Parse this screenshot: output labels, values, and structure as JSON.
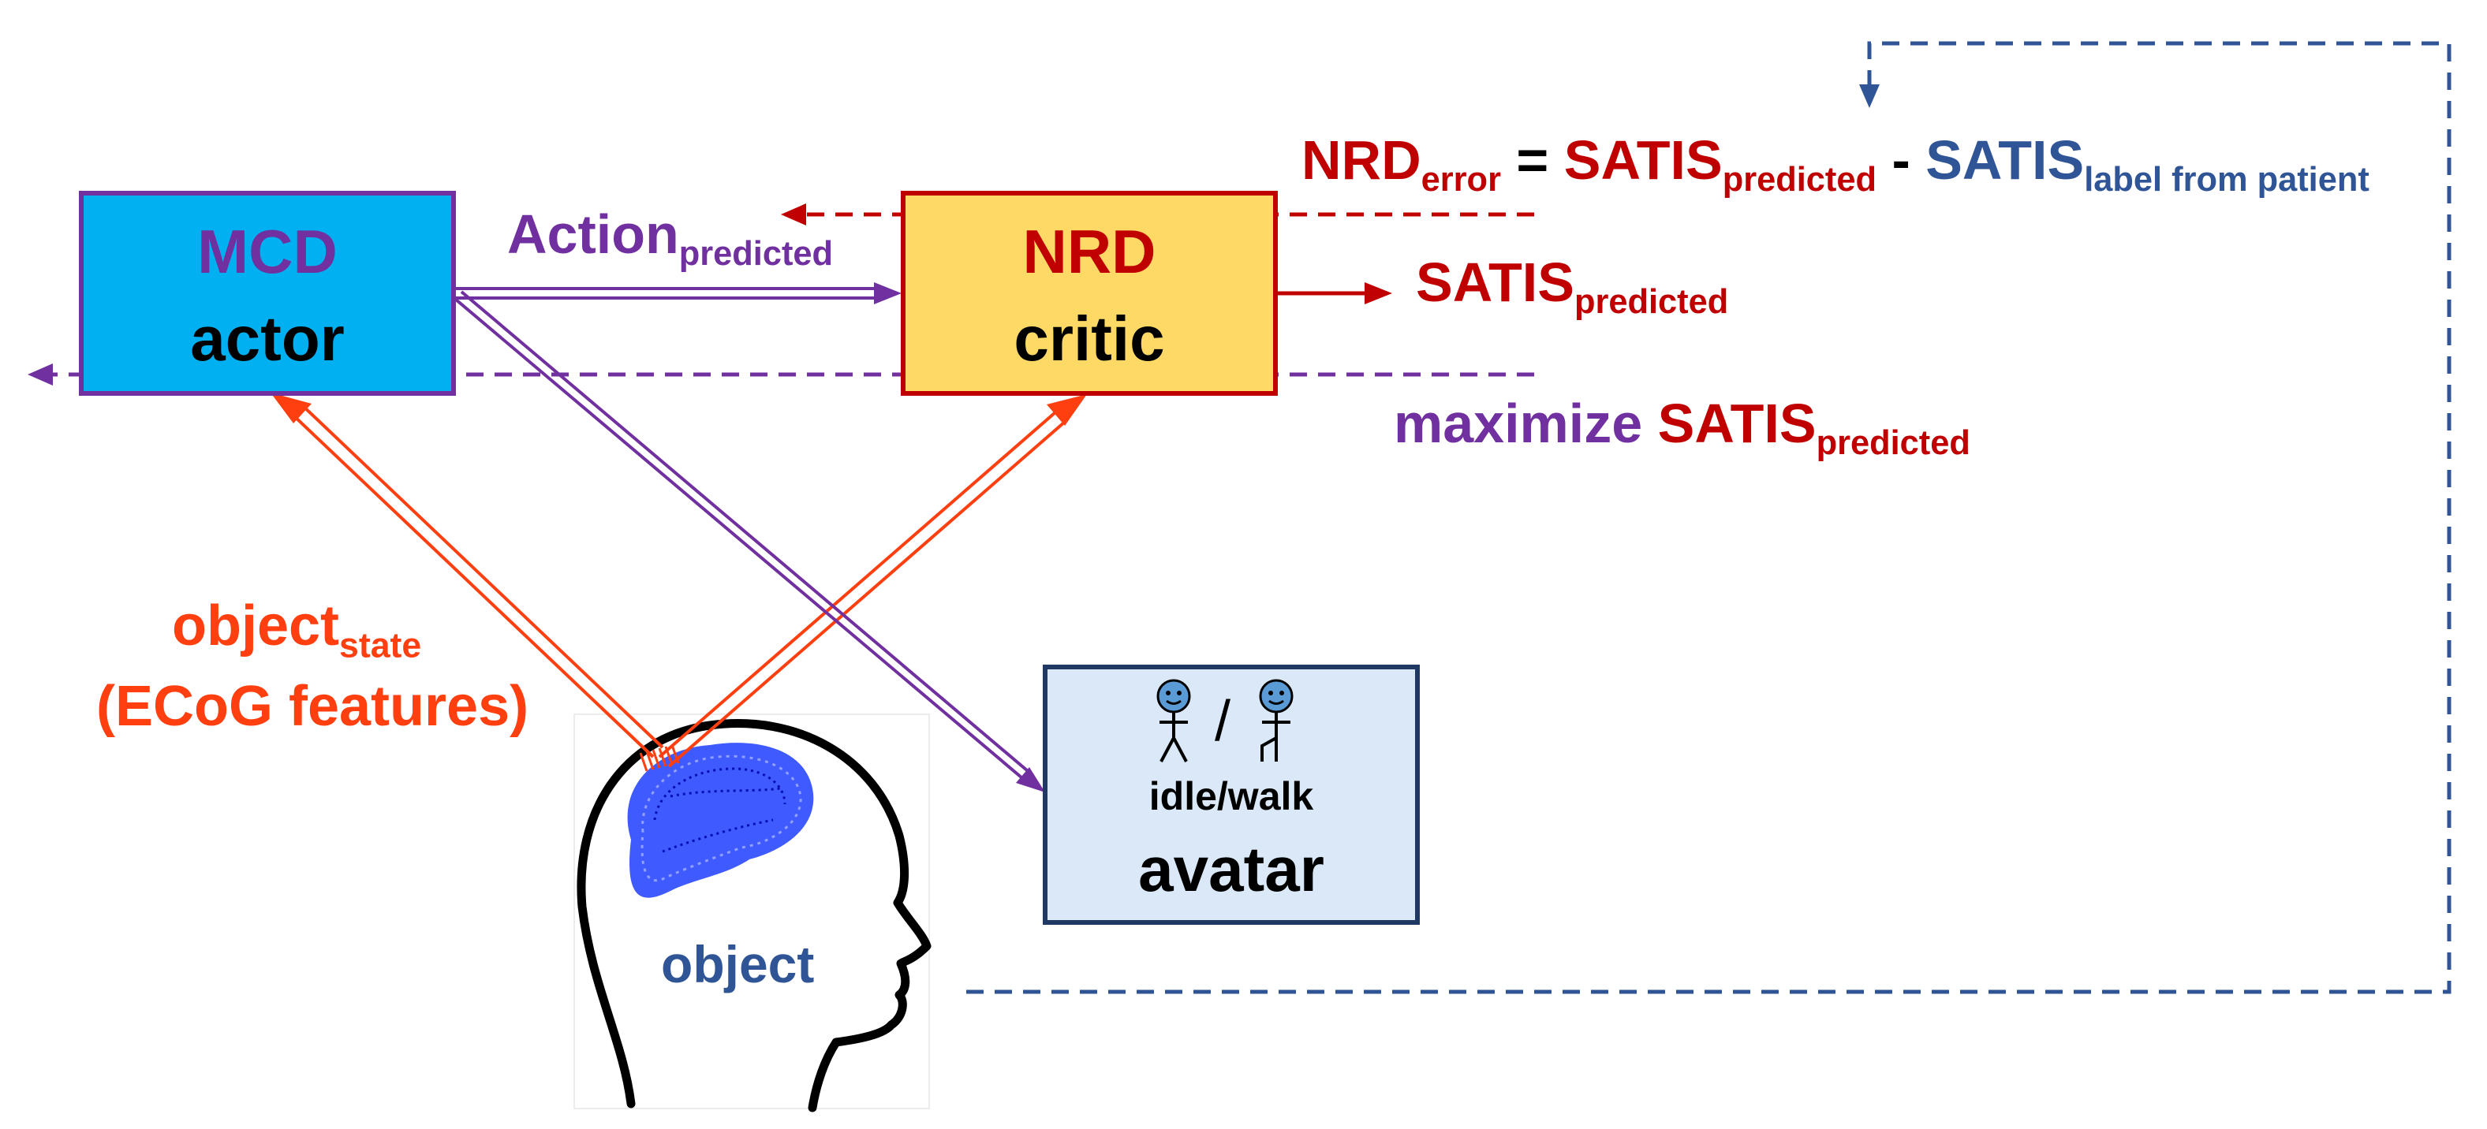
{
  "colors": {
    "purple": "#7030a0",
    "red": "#c00000",
    "blue": "#2f5597",
    "orange": "#ff3f0f",
    "actor_fill": "#00b0f0",
    "critic_fill": "#ffd966",
    "avatar_fill": "#dae8f7",
    "avatar_border": "#1f3864",
    "brain_fill": "#1f3dff"
  },
  "actor_box": {
    "title": "MCD",
    "subtitle": "actor"
  },
  "critic_box": {
    "title": "NRD",
    "subtitle": "critic"
  },
  "avatar_box": {
    "caption": "idle/walk",
    "title": "avatar",
    "separator": "/"
  },
  "head": {
    "label": "object"
  },
  "action_label": {
    "main": "Action",
    "sub": "predicted"
  },
  "satis_output": {
    "main": "SATIS",
    "sub": "predicted"
  },
  "maximize_label": {
    "prefix": "maximize",
    "main": "SATIS",
    "sub": "predicted"
  },
  "error_equation": {
    "lhs_main": "NRD",
    "lhs_sub": "error",
    "equals": "=",
    "term1_main": "SATIS",
    "term1_sub": "predicted",
    "minus": "-",
    "term2_main": "SATIS",
    "term2_sub": "label from patient"
  },
  "object_state_label": {
    "main": "object",
    "sub": "state",
    "line2": "(ECoG features)"
  },
  "icons": {
    "person_idle": "stick-figure-standing-icon",
    "person_walk": "stick-figure-walking-icon",
    "head": "human-head-profile-icon",
    "brain": "brain-icon"
  }
}
